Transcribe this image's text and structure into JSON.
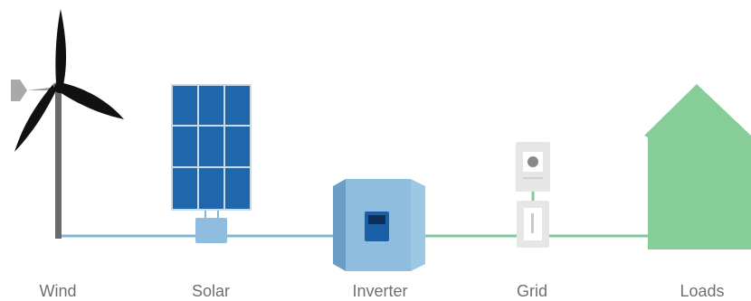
{
  "components": [
    {
      "key": "wind",
      "label": "Wind",
      "icon": "wind-turbine-icon"
    },
    {
      "key": "solar",
      "label": "Solar",
      "icon": "solar-panel-icon"
    },
    {
      "key": "inverter",
      "label": "Inverter",
      "icon": "inverter-icon"
    },
    {
      "key": "grid",
      "label": "Grid",
      "icon": "grid-meter-icon"
    },
    {
      "key": "loads",
      "label": "Loads",
      "icon": "house-icon"
    }
  ],
  "colors": {
    "dc_line": "#7fb8d2",
    "ac_line": "#7fc99a",
    "turbine_blade": "#111111",
    "tower": "#6b6b6b",
    "solar_cell": "#1f66aa",
    "inverter_body": "#8fbde0",
    "grid_box": "#e6e6e6",
    "house": "#86cd98"
  }
}
